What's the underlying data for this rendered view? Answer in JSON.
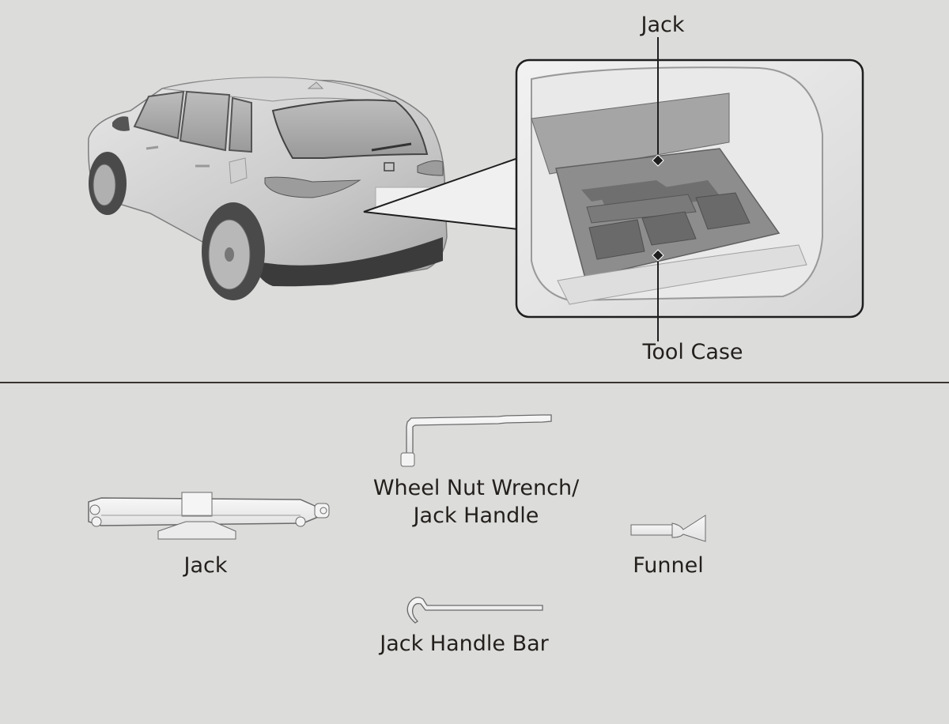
{
  "top_figure": {
    "callouts": {
      "jack": "Jack",
      "tool_case": "Tool Case"
    }
  },
  "tools": [
    {
      "id": "jack",
      "label": "Jack"
    },
    {
      "id": "wheel-nut-wrench",
      "label_line1": "Wheel Nut Wrench/",
      "label_line2": "Jack Handle"
    },
    {
      "id": "funnel",
      "label": "Funnel"
    },
    {
      "id": "jack-handle-bar",
      "label": "Jack Handle Bar"
    }
  ]
}
